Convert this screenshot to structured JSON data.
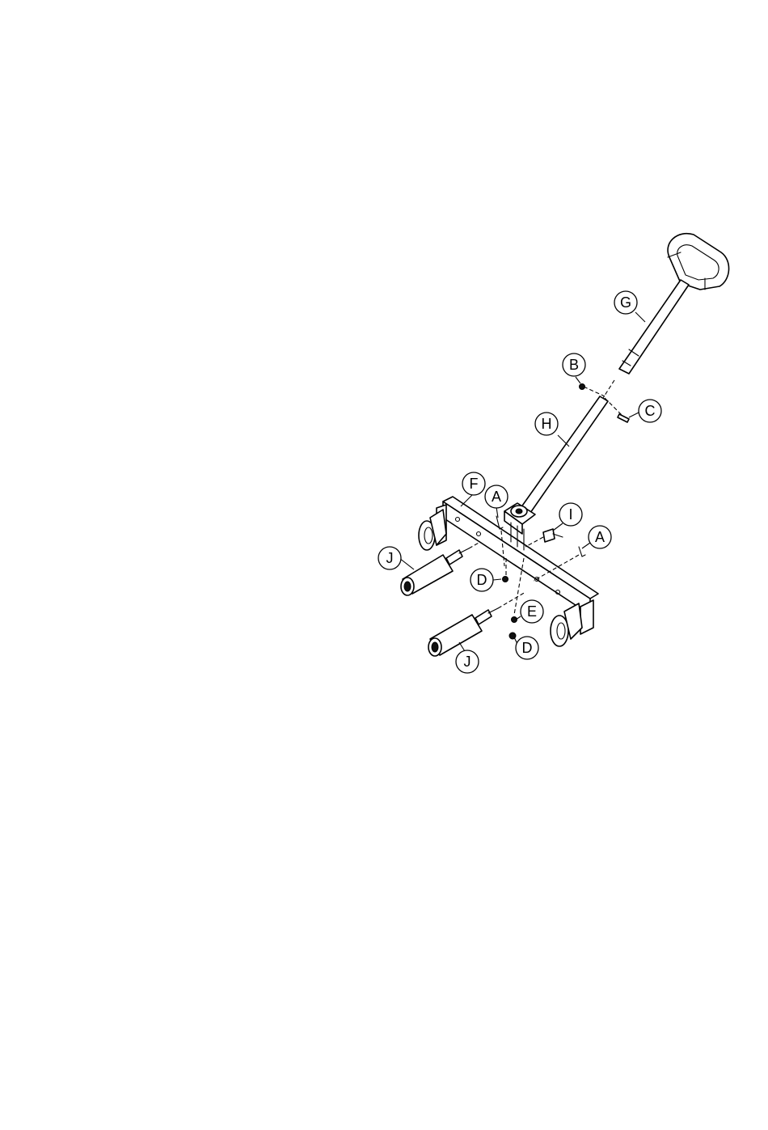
{
  "callouts": [
    {
      "id": "callout-g",
      "label": "G"
    },
    {
      "id": "callout-b",
      "label": "B"
    },
    {
      "id": "callout-c",
      "label": "C"
    },
    {
      "id": "callout-h",
      "label": "H"
    },
    {
      "id": "callout-f",
      "label": "F"
    },
    {
      "id": "callout-a-left",
      "label": "A"
    },
    {
      "id": "callout-i",
      "label": "I"
    },
    {
      "id": "callout-a-right",
      "label": "A"
    },
    {
      "id": "callout-j-upper",
      "label": "J"
    },
    {
      "id": "callout-d-upper",
      "label": "D"
    },
    {
      "id": "callout-e",
      "label": "E"
    },
    {
      "id": "callout-d-lower",
      "label": "D"
    },
    {
      "id": "callout-j-lower",
      "label": "J"
    }
  ]
}
